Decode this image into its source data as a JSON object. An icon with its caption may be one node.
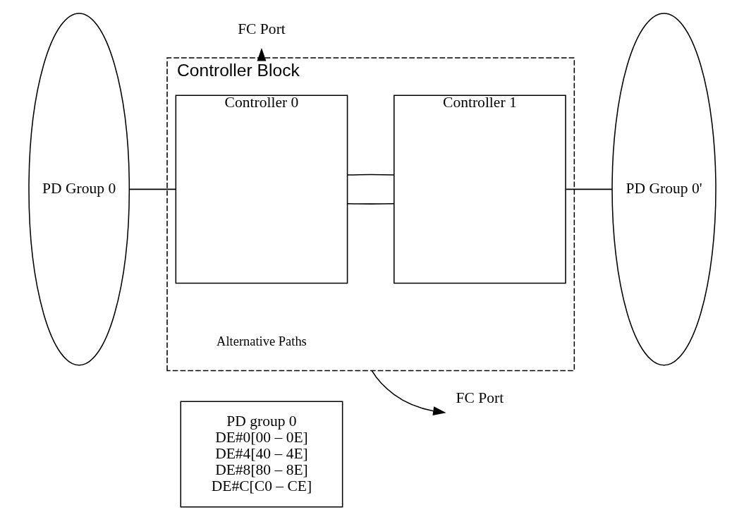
{
  "diagram": {
    "nodes": [
      {
        "text": [
          "Controller Block"
        ]
      },
      {
        "text": [
          "Controller 0"
        ],
        "in": 0
      },
      {
        "text": [
          "Controller 1"
        ],
        "in": 0
      },
      {
        "text": [
          "PD Group 0"
        ]
      },
      {
        "text": [
          "PD Group 0'"
        ]
      },
      {
        "text": [
          "FC Port"
        ]
      },
      {
        "text": [
          "FC Port"
        ]
      },
      {
        "text": [
          "PD group 0",
          "DE#0[00 – 0E]",
          "DE#4[40 – 4E]",
          "DE#8[80 – 8E]",
          "DE#C[C0 – CE]"
        ]
      }
    ],
    "edges": [
      {
        "from": 3,
        "to": 1,
        "arrow": "none"
      },
      {
        "from": 1,
        "to": 2,
        "arrow": "none"
      },
      {
        "from": 1,
        "to": 2,
        "arrow": "none"
      },
      {
        "from": 2,
        "to": 4,
        "arrow": "none"
      },
      {
        "from": 0,
        "to": 5,
        "arrow": "to"
      },
      {
        "from": 0,
        "to": 6,
        "arrow": "to"
      }
    ],
    "labels": [
      "Alternative Paths"
    ]
  }
}
